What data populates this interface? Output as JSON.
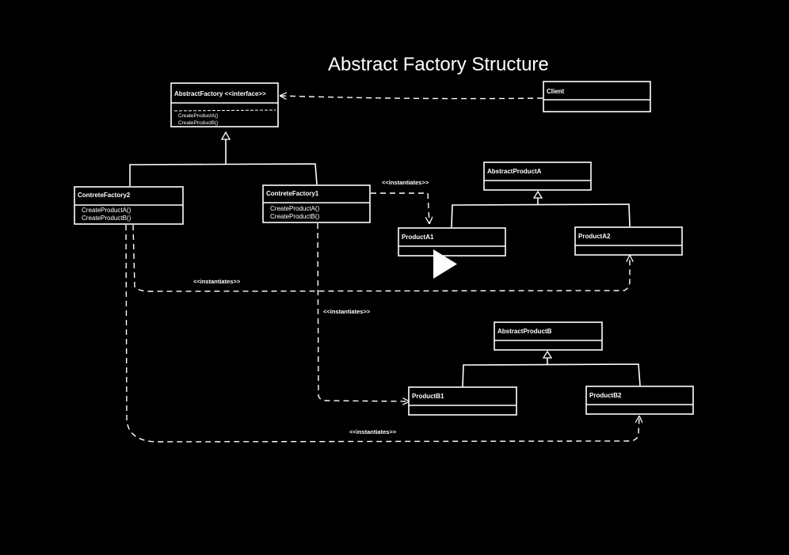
{
  "title": "Abstract Factory Structure",
  "classes": {
    "abstract_factory": {
      "name": "AbstractFactory <<interface>>",
      "methods": [
        "CreateProductA()",
        "CreateProductB()"
      ]
    },
    "client": {
      "name": "Client"
    },
    "factory2": {
      "name": "ContreteFactory2",
      "methods": [
        "CreateProductA()",
        "CreateProductB()"
      ]
    },
    "factory1": {
      "name": "ContreteFactory1",
      "methods": [
        "CreateProductA()",
        "CreateProductB()"
      ]
    },
    "abstract_product_a": {
      "name": "AbstractProductA"
    },
    "product_a1": {
      "name": "ProductA1"
    },
    "product_a2": {
      "name": "ProductA2"
    },
    "abstract_product_b": {
      "name": "AbstractProductB"
    },
    "product_b1": {
      "name": "ProductB1"
    },
    "product_b2": {
      "name": "ProductB2"
    }
  },
  "relations": {
    "f1_a1": "<<instantiates>>",
    "f2_a2": "<<instantiates>>",
    "f1_b1": "<<instantiates>>",
    "f2_b2": "<<instantiates>>"
  },
  "icons": {
    "play": "play-icon"
  }
}
